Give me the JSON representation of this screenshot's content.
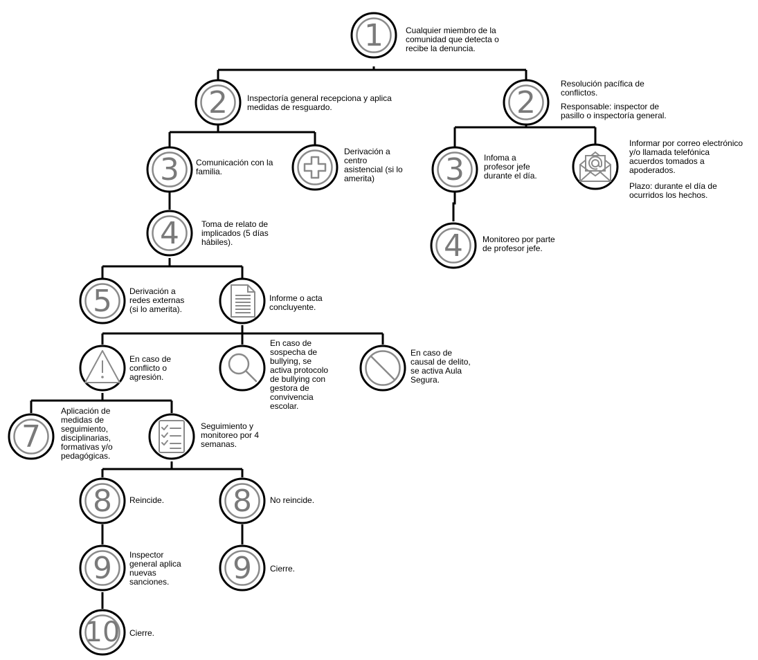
{
  "steps": {
    "s1": {
      "number": "1",
      "text": "Cualquier miembro de la\ncomunidad que detecta o\nrecibe la denuncia."
    },
    "s2a": {
      "number": "2",
      "text": "Inspectoría general recepciona y aplica\nmedidas de resguardo."
    },
    "s2b": {
      "number": "2",
      "text": "Resolución pacífica de\nconflictos.",
      "text2": "Responsable: inspector de\npasillo o inspectoría general."
    },
    "s3a": {
      "number": "3",
      "text": "Comunicación con la\nfamilia."
    },
    "s3b": {
      "icon": "medical-cross-icon",
      "text": "Derivación a\ncentro\nasistencial (si lo\namerita)"
    },
    "s3c": {
      "number": "3",
      "text": "Infoma a\nprofesor jefe\ndurante el día."
    },
    "s3d": {
      "icon": "email-envelope-icon",
      "text": "Informar por correo electrónico\ny/o llamada telefónica\nacuerdos tomados a\napoderados.",
      "text2": "Plazo: durante el día de\nocurridos los hechos."
    },
    "s4a": {
      "number": "4",
      "text": "Toma de relato de\nimplicados (5 días\nhábiles)."
    },
    "s4b": {
      "number": "4",
      "text": "Monitoreo por parte\nde profesor jefe."
    },
    "s5": {
      "number": "5",
      "text": "Derivación a\nredes externas\n(si lo amerita)."
    },
    "s6": {
      "icon": "document-icon",
      "text": "Informe o acta\nconcluyente."
    },
    "s6a": {
      "icon": "warning-icon",
      "text": "En caso de\nconflicto o\nagresión."
    },
    "s6b": {
      "icon": "magnifier-icon",
      "text": "En caso de\nsospecha de\nbullying, se\nactiva protocolo\nde bullying con\ngestora de\nconvivencia\nescolar."
    },
    "s6c": {
      "icon": "prohibited-icon",
      "text": "En caso de\ncausal de delito,\nse activa Aula\nSegura."
    },
    "s7": {
      "number": "7",
      "text": "Aplicación de\nmedidas de\nseguimiento,\ndisciplinarias,\nformativas y/o\npedagógicas."
    },
    "s7b": {
      "icon": "checklist-icon",
      "text": "Seguimiento y\nmonitoreo por 4\nsemanas."
    },
    "s8a": {
      "number": "8",
      "text": "Reincide."
    },
    "s8b": {
      "number": "8",
      "text": "No reincide."
    },
    "s9a": {
      "number": "9",
      "text": "Inspector\ngeneral aplica\nnuevas\nsanciones."
    },
    "s9b": {
      "number": "9",
      "text": "Cierre."
    },
    "s10": {
      "number": "10",
      "text": "Cierre."
    }
  },
  "colors": {
    "line": "#000000",
    "ring": "#8a8a8a",
    "number": "#7a7a7a"
  }
}
